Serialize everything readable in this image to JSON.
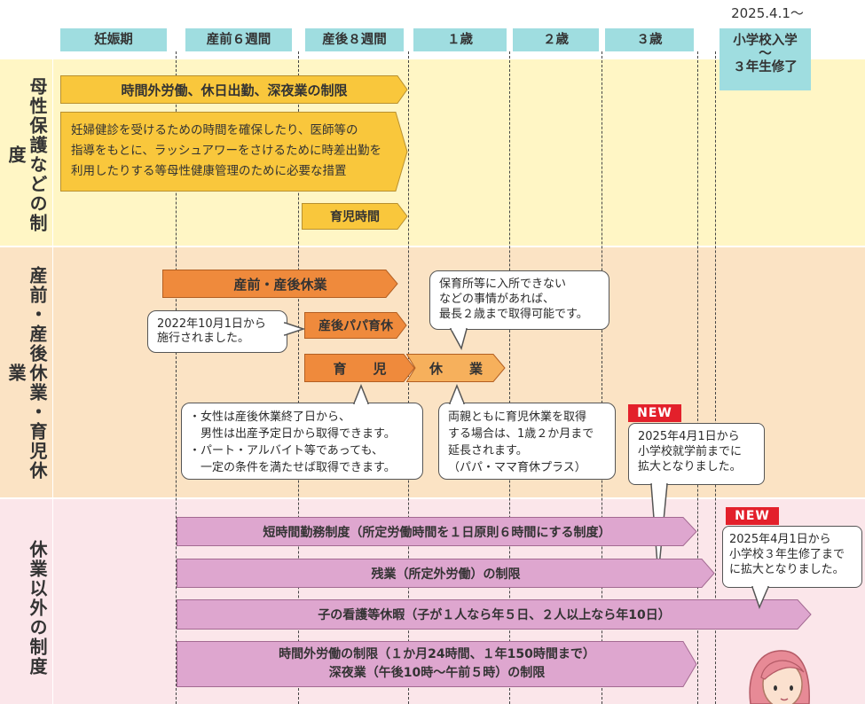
{
  "date_label": "2025.4.1〜",
  "headers": [
    "妊娠期",
    "産前６週間",
    "産後８週間",
    "１歳",
    "２歳",
    "３歳"
  ],
  "school_header": {
    "line1": "小学校入学",
    "line2": "〜",
    "line3": "３年生修了"
  },
  "sections": {
    "maternity": "母性保護などの制度",
    "leave": "産前・産後休業・育児休業",
    "other": "休業以外の制度"
  },
  "bars": {
    "overtime_limit": "時間外労働、休日出勤、深夜業の制限",
    "health_mgmt": [
      "妊婦健診を受けるための時間を確保したり、医師等の",
      "指導をもとに、ラッシュアワーをさけるために時差出勤を",
      "利用したりする等母性健康管理のために必要な措置"
    ],
    "childcare_time": "育児時間",
    "prepost_leave": "産前・産後休業",
    "papa_leave": "産後パパ育休",
    "childcare_leave_1": "育　　児",
    "childcare_leave_2": "休　　業",
    "short_hours": "短時間勤務制度（所定労働時間を１日原則６時間にする制度）",
    "overtime_restrict": "残業（所定外労働）の制限",
    "nursing_leave": "子の看護等休暇（子が１人なら年５日、２人以上なら年10日）",
    "overtime_cap_1": "時間外労働の制限（１か月24時間、１年150時間まで）",
    "overtime_cap_2": "深夜業（午後10時〜午前５時）の制限"
  },
  "bubbles": {
    "papa": [
      "2022年10月1日から",
      "施行されました。"
    ],
    "nursery": [
      "保育所等に入所できない",
      "などの事情があれば、",
      "最長２歳まで取得可能です。"
    ],
    "women": [
      "・女性は産後休業終了日から、",
      "　男性は出産予定日から取得できます。",
      "・パート・アルバイト等であっても、",
      "　一定の条件を満たせば取得できます。"
    ],
    "both": [
      "両親ともに育児休業を取得",
      "する場合は、1歳２か月まで",
      "延長されます。",
      "（パパ・ママ育休プラス）"
    ],
    "new1": [
      "2025年4月1日から",
      "小学校就学前までに",
      "拡大となりました。"
    ],
    "new2": [
      "2025年4月1日から",
      "小学校３年生修了まで",
      "に拡大となりました。"
    ]
  },
  "new_label": "NEW",
  "colors": {
    "header": "#9fdde0",
    "band_yellow": "#fff6c5",
    "band_orange": "#fbe3c4",
    "band_pink": "#fbe6ea",
    "arrow_yellow": "#f9c73c",
    "arrow_orange": "#ef8a3c",
    "arrow_pink": "#dea6cf",
    "new_red": "#e3202b"
  }
}
